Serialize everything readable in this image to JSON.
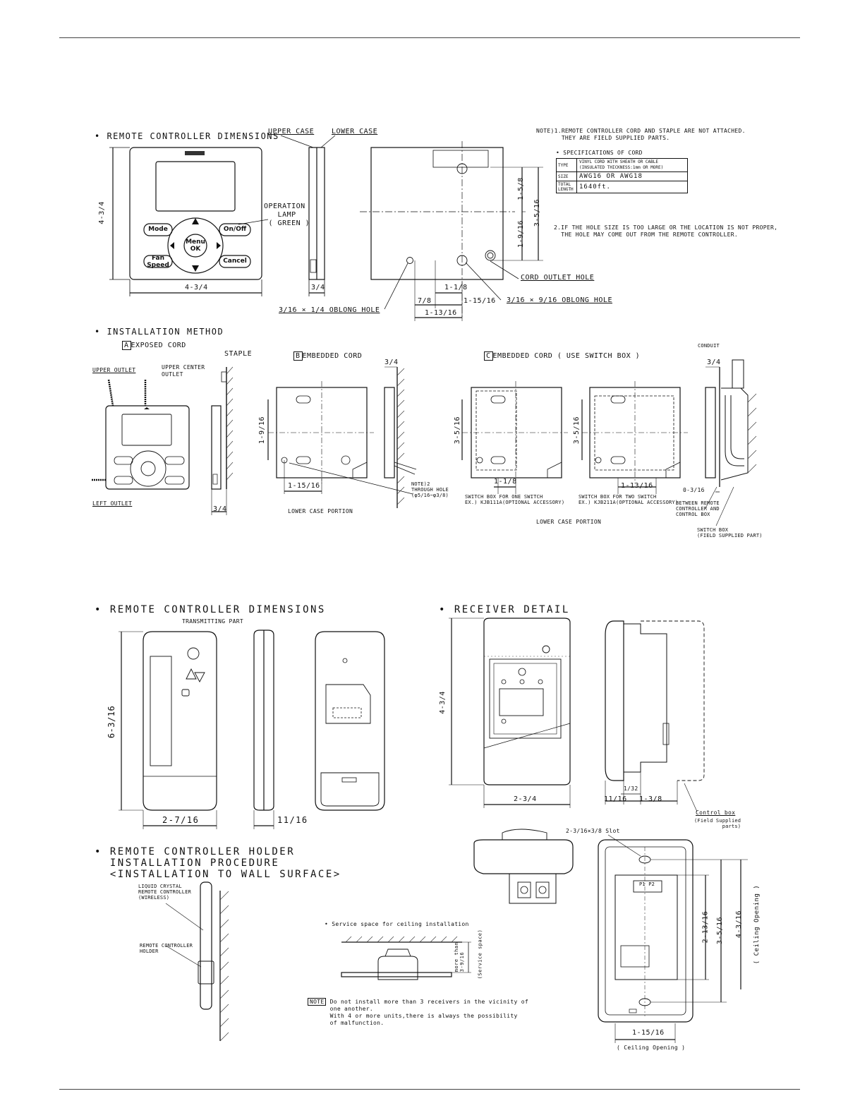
{
  "top": {
    "section1_title": "• REMOTE CONTROLLER DIMENSIONS",
    "upper_case": "UPPER CASE",
    "lower_case": "LOWER CASE",
    "operation_lamp": "OPERATION\n   LAMP\n ( GREEN )",
    "buttons": {
      "mode": "Mode",
      "onoff": "On/Off",
      "menu_ok": "Menu\nOK",
      "fan_speed": "Fan\nSpeed",
      "cancel": "Cancel"
    },
    "dims": {
      "height": "4-3/4",
      "width": "4-3/4",
      "depth": "3/4",
      "d_1_5_8": "1-5/8",
      "d_3_5_16": "3-5/16",
      "d_1_9_16": "1-9/16",
      "d_1_1_8": "1-1/8",
      "d_7_8": "7/8",
      "d_1_15_16": "1-15/16",
      "d_1_13_16": "1-13/16"
    },
    "cord_outlet_hole": "CORD OUTLET HOLE",
    "oblong_3_16_9_16": "3/16 × 9/16 OBLONG HOLE",
    "oblong_3_16_1_4": "3/16 × 1/4 OBLONG HOLE",
    "note1": "NOTE)1.REMOTE CONTROLLER CORD AND STAPLE ARE NOT ATTACHED.\n       THEY ARE FIELD SUPPLIED PARTS.",
    "spec_title": "• SPECIFICATIONS OF CORD",
    "spec_rows": [
      {
        "k": "TYPE",
        "v": "VINYL CORD WITH SHEATH OR CABLE\n(INSULATED THICKNESS:1mm OR MORE)"
      },
      {
        "k": "SIZE",
        "v": "AWG16 OR AWG18"
      },
      {
        "k": "TOTAL\nLENGTH",
        "v": "1640ft."
      }
    ],
    "note2": "2.IF THE HOLE SIZE IS TOO LARGE OR THE LOCATION IS NOT PROPER,\n  THE HOLE MAY COME OUT FROM THE REMOTE CONTROLLER."
  },
  "install": {
    "title": "• INSTALLATION METHOD",
    "a_label": "A",
    "a_text": "EXPOSED CORD",
    "b_label": "B",
    "b_text": "EMBEDDED CORD",
    "c_label": "C",
    "c_text": "EMBEDDED CORD ( USE SWITCH BOX )",
    "staple": "STAPLE",
    "upper_outlet": "UPPER OUTLET",
    "upper_center_outlet": "UPPER CENTER\nOUTLET",
    "left_outlet": "LEFT OUTLET",
    "conduit": "CONDUIT",
    "d_3_4": "3/4",
    "d_1_9_16": "1-9/16",
    "d_1_15_16": "1-15/16",
    "d_3_5_16": "3-5/16",
    "d_1_1_8": "1-1/8",
    "d_1_13_16": "1-13/16",
    "d_0_3_16": "0-3/16",
    "note2_hole": "NOTE)2\nTHROUGH HOLE\n(φ5/16~φ3/8)",
    "switch_one": "SWITCH BOX FOR ONE SWITCH\nEX.) KJB111A(OPTIONAL ACCESSORY)",
    "switch_two": "SWITCH BOX FOR TWO SWITCH\nEX.) KJB211A(OPTIONAL ACCESSORY)",
    "between": "BETWEEN REMOTE\nCONTROLLER AND\nCONTROL BOX",
    "switch_field": "SWITCH BOX\n(FIELD SUPPLIED PART)",
    "lower_case_portion": "LOWER CASE PORTION",
    "lower_case_portion_2": "LOWER CASE PORTION"
  },
  "wireless": {
    "title": "• REMOTE CONTROLLER DIMENSIONS",
    "transmitting": "TRANSMITTING PART",
    "height": "6-3/16",
    "width": "2-7/16",
    "depth": "11/16"
  },
  "receiver": {
    "title": "• RECEIVER DETAIL",
    "height": "4-3/4",
    "width": "2-3/4",
    "d_1_32": "1/32",
    "d_11_16": "11/16",
    "d_1_3_8": "1-3/8",
    "control_box": "Control box",
    "field_supplied": "(Field Supplied\n         parts)",
    "slot": "2-3/16×3/8 Slot",
    "d_2_13_16": "2-13/16",
    "d_3_5_16": "3-5/16",
    "d_4_3_16": "4-3/16",
    "ceiling_opening_v": "( Ceiling Opening )",
    "d_1_15_16": "1-15/16",
    "ceiling_opening_h": "( Ceiling Opening )",
    "p1p2": "P1 P2"
  },
  "holder": {
    "title": "• REMOTE CONTROLLER HOLDER\n  INSTALLATION PROCEDURE\n  <INSTALLATION TO WALL SURFACE>",
    "lcd": "LIQUID CRYSTAL\nREMOTE CONTROLLER\n(WIRELESS)",
    "holder": "REMOTE CONTROLLER\nHOLDER"
  },
  "service": {
    "title": "• Service space for ceiling installation",
    "more_than": "more than\n3-9/16",
    "service_space": "(Service space)",
    "note_label": "NOTE",
    "note_text": "Do not install more than 3 receivers in the vicinity of\none another.\nWith 4 or more units,there is always the possibility\nof malfunction."
  }
}
